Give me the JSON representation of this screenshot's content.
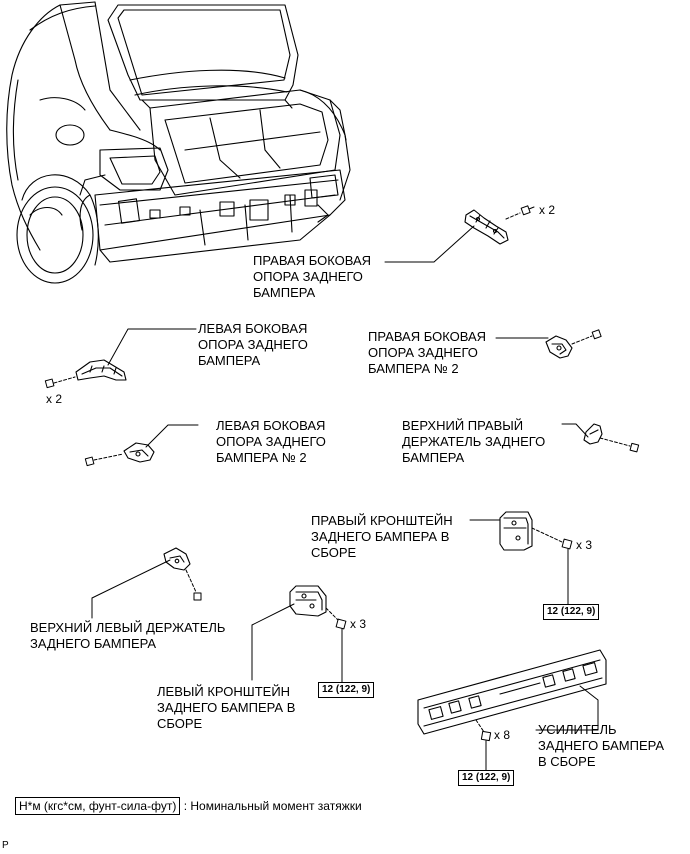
{
  "labels": {
    "right_side_support": [
      "ПРАВАЯ БОКОВАЯ",
      "ОПОРА ЗАДНЕГО",
      "БАМПЕРА"
    ],
    "left_side_support": [
      "ЛЕВАЯ БОКОВАЯ",
      "ОПОРА ЗАДНЕГО",
      "БАМПЕРА"
    ],
    "right_side_support_2": [
      "ПРАВАЯ БОКОВАЯ",
      "ОПОРА ЗАДНЕГО",
      "БАМПЕРА № 2"
    ],
    "left_side_support_2": [
      "ЛЕВАЯ БОКОВАЯ",
      "ОПОРА ЗАДНЕГО",
      "БАМПЕРА № 2"
    ],
    "upper_right_retainer": [
      "ВЕРХНИЙ ПРАВЫЙ",
      "ДЕРЖАТЕЛЬ ЗАДНЕГО",
      "БАМПЕРА"
    ],
    "right_bracket": [
      "ПРАВЫЙ КРОНШТЕЙН",
      "ЗАДНЕГО БАМПЕРА В",
      "СБОРЕ"
    ],
    "upper_left_retainer": [
      "ВЕРХНИЙ ЛЕВЫЙ ДЕРЖАТЕЛЬ",
      "ЗАДНЕГО БАМПЕРА"
    ],
    "left_bracket": [
      "ЛЕВЫЙ КРОНШТЕЙН",
      "ЗАДНЕГО БАМПЕРА В",
      "СБОРЕ"
    ],
    "reinforcement": [
      "УСИЛИТЕЛЬ",
      "ЗАДНЕГО БАМПЕРА",
      "В СБОРЕ"
    ]
  },
  "quantities": {
    "right_support_bolts": "x 2",
    "left_support_bolts": "x 2",
    "right_bracket_bolts": "x 3",
    "left_bracket_bolts": "x 3",
    "reinforcement_bolts": "x 8"
  },
  "torques": {
    "right_bracket": "12 (122, 9)",
    "left_bracket": "12 (122, 9)",
    "reinforcement": "12 (122, 9)"
  },
  "legend": {
    "unit_box": "Н*м (кгс*см, фунт-сила-фут)",
    "description": ": Номинальный момент затяжки"
  },
  "corner_mark": "P"
}
